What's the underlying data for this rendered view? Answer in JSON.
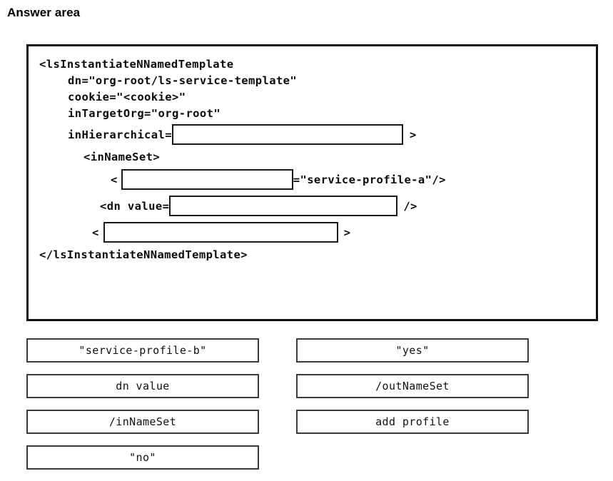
{
  "heading": "Answer area",
  "code_panel": {
    "lines": [
      {
        "id": "l1",
        "text": "<lsInstantiateNNamedTemplate",
        "indent": 0
      },
      {
        "id": "l2",
        "text": "dn=\"org-root/ls-service-template\"",
        "indent": 1
      },
      {
        "id": "l3",
        "text": "cookie=\"<cookie>\"",
        "indent": 1
      },
      {
        "id": "l4",
        "text": "inTargetOrg=\"org-root\"",
        "indent": 1
      },
      {
        "id": "l5",
        "prefix": "inHierarchical=",
        "blank": "blank-hierarchical",
        "suffix": " >",
        "indent": 1
      },
      {
        "id": "l6",
        "text": "<inNameSet>",
        "indent": 1
      },
      {
        "id": "l7",
        "prefix": "    <",
        "blank": "blank-name-element",
        "suffix": "=\"service-profile-a\"/>",
        "indent": 1
      },
      {
        "id": "l8",
        "prefix": "  <dn value=",
        "blank": "blank-dn-value",
        "suffix": " />",
        "indent": 1
      },
      {
        "id": "l9",
        "prefix": " <",
        "blank": "blank-close-namesets",
        "suffix": " >",
        "indent": 1
      },
      {
        "id": "l10",
        "text": "</lsInstantiateNNamedTemplate>",
        "indent": 0
      }
    ],
    "text": {
      "open_tag": "<lsInstantiateNNamedTemplate",
      "dn_attr": "dn=\"org-root/ls-service-template\"",
      "cookie_attr": "cookie=\"<cookie>\"",
      "in_target_org_attr": "inTargetOrg=\"org-root\"",
      "in_hierarchical_label": "inHierarchical=",
      "gt_after_hierarchical": ">",
      "in_name_set_open": "<inNameSet>",
      "lt_before_name": "<",
      "service_profile_a_suffix": "=\"service-profile-a\"/>",
      "dn_value_label": "<dn value=",
      "self_close_slash_gt": "/>",
      "lt_before_close": "<",
      "gt_after_close": ">",
      "close_tag": "</lsInstantiateNNamedTemplate>"
    },
    "blanks": [
      {
        "name": "blank-hierarchical",
        "value": ""
      },
      {
        "name": "blank-name-element",
        "value": ""
      },
      {
        "name": "blank-dn-value",
        "value": ""
      },
      {
        "name": "blank-close-namesets",
        "value": ""
      }
    ]
  },
  "options": {
    "left_column": [
      {
        "label": "\"service-profile-b\""
      },
      {
        "label": "dn value"
      },
      {
        "label": "/inNameSet"
      },
      {
        "label": "\"no\""
      }
    ],
    "right_column": [
      {
        "label": "\"yes\""
      },
      {
        "label": "/outNameSet"
      },
      {
        "label": "add profile"
      }
    ]
  },
  "colors": {
    "panel_border": "#111111",
    "blank_border": "#1a1a1a",
    "tile_border": "#3a3a3a",
    "text": "#000000",
    "background": "#ffffff"
  }
}
